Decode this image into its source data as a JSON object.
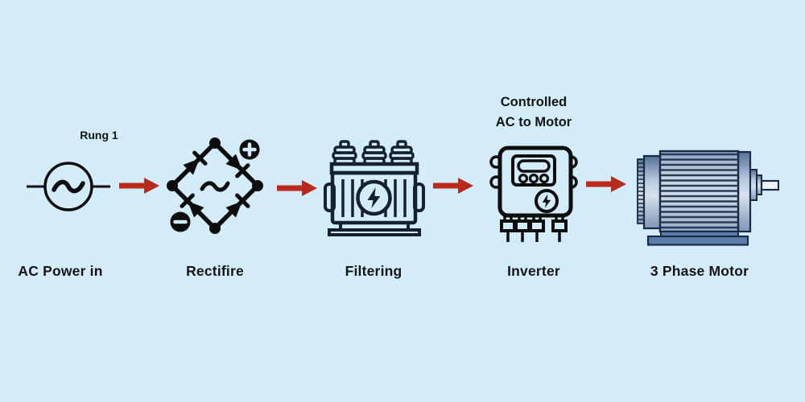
{
  "palette": {
    "background": "#d3ecfa",
    "arrow": "#b92a1c",
    "icon_outline": "#0d0d0d",
    "transformer_outline": "#16212f",
    "motor_outline": "#1b2b42",
    "text": "#141414"
  },
  "annotations": {
    "rung_label": "Rung 1",
    "inverter_caption_line1": "Controlled",
    "inverter_caption_line2": "AC to Motor",
    "rectifier_plus": "+",
    "rectifier_minus": "−"
  },
  "stages": [
    {
      "label": "AC Power in",
      "icon": "ac-source-icon"
    },
    {
      "label": "Rectifire",
      "icon": "bridge-rectifier-icon"
    },
    {
      "label": "Filtering",
      "icon": "transformer-icon"
    },
    {
      "label": "Inverter",
      "icon": "inverter-icon"
    },
    {
      "label": "3 Phase Motor",
      "icon": "three-phase-motor-icon"
    }
  ]
}
